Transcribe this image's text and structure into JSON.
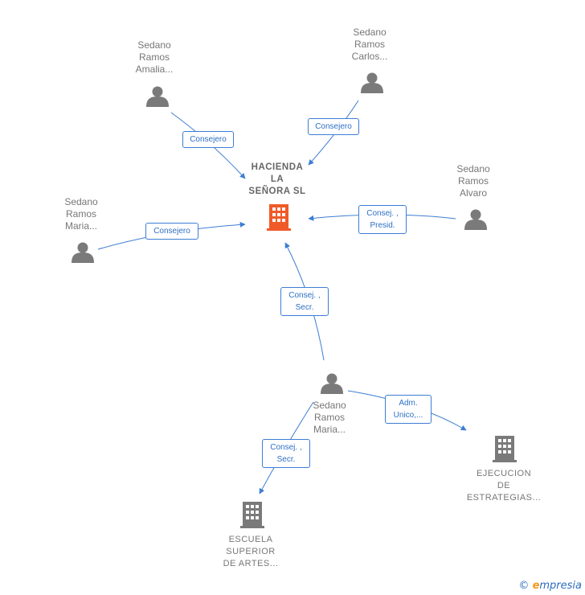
{
  "nodes": {
    "center": {
      "label": "HACIENDA\nLA\nSEÑORA  SL",
      "color": "#f05a28"
    },
    "amalia": {
      "label": "Sedano\nRamos\nAmalia..."
    },
    "carlos": {
      "label": "Sedano\nRamos\nCarlos..."
    },
    "alvaro": {
      "label": "Sedano\nRamos\nAlvaro"
    },
    "maria_left": {
      "label": "Sedano\nRamos\nMaria..."
    },
    "maria_bottom": {
      "label": "Sedano\nRamos\nMaria..."
    },
    "ejecucion": {
      "label": "EJECUCION\nDE\nESTRATEGIAS..."
    },
    "escuela": {
      "label": "ESCUELA\nSUPERIOR\nDE ARTES..."
    }
  },
  "edges": {
    "amalia": "Consejero",
    "carlos": "Consejero",
    "maria_left": "Consejero",
    "alvaro": "Consej. ,\nPresid.",
    "maria_bottom_center": "Consej. ,\nSecr.",
    "maria_bottom_ejecucion": "Adm.\nUnico,...",
    "maria_bottom_escuela": "Consej. ,\nSecr."
  },
  "colors": {
    "edge": "#3d7dd3",
    "person": "#7a7a7a",
    "company": "#7a7a7a",
    "main_company": "#f05a28"
  },
  "brand": {
    "copyright": "©",
    "e": "e",
    "rest": "mpresia"
  }
}
